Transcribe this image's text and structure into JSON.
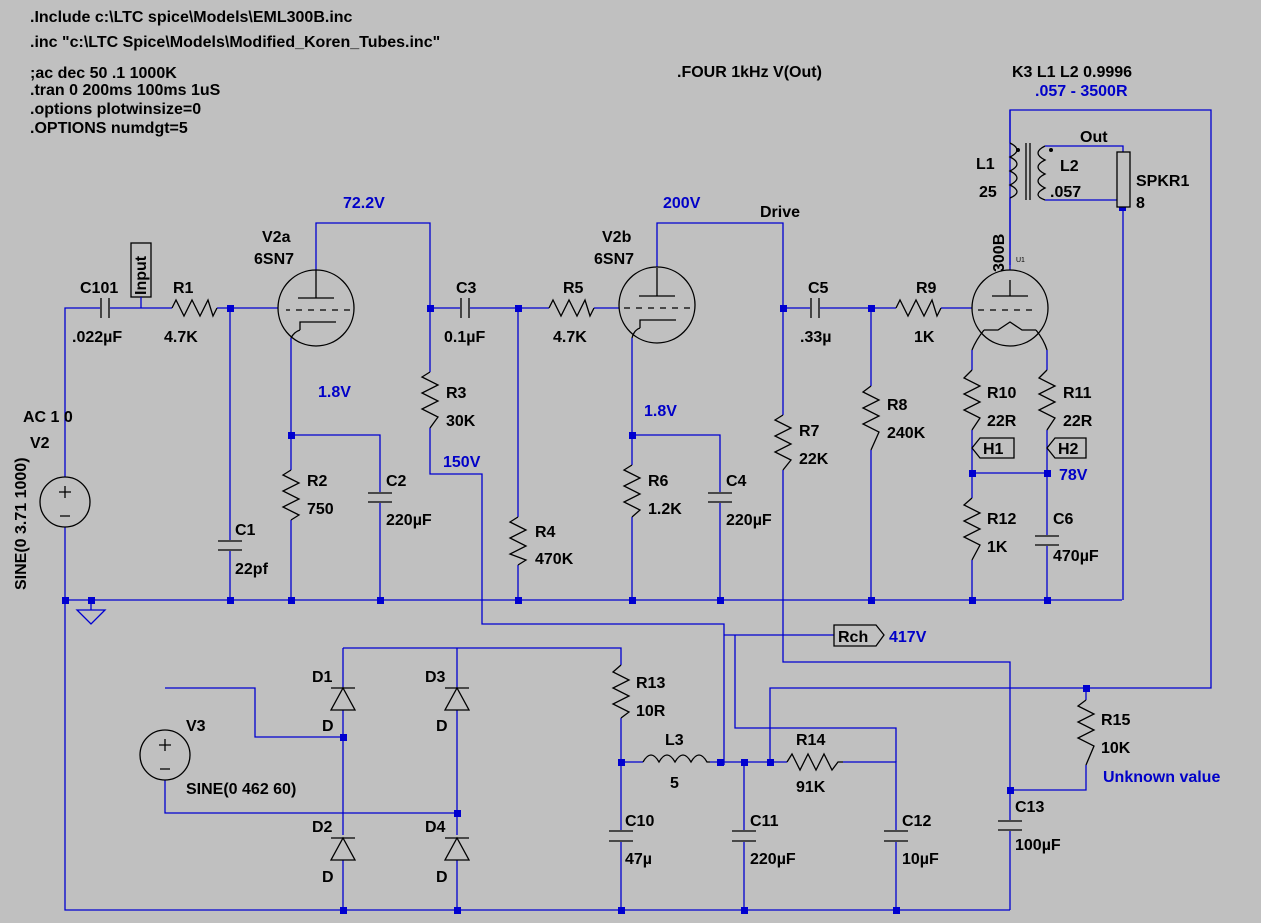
{
  "directives": [
    ".Include c:\\LTC spice\\Models\\EML300B.inc",
    ".inc \"c:\\LTC Spice\\Models\\Modified_Koren_Tubes.inc\"",
    ";ac dec 50 .1 1000K",
    ".tran 0 200ms 100ms 1uS",
    ".options plotwinsize=0",
    ".OPTIONS numdgt=5",
    ".FOUR 1kHz V(Out)",
    "K3 L1 L2 0.9996"
  ],
  "annotations": {
    "ratio": ".057 - 3500R",
    "v_v2a_plate": "72.2V",
    "v_v2b_plate": "200V",
    "v_v2a_cathode": "1.8V",
    "v_v2b_cathode": "1.8V",
    "v_r3_supply": "150V",
    "v_rch": "417V",
    "v_h2": "78V",
    "unknown": "Unknown value"
  },
  "nets": {
    "input": "Input",
    "drive": "Drive",
    "out": "Out",
    "rch": "Rch",
    "h1": "H1",
    "h2": "H2"
  },
  "components": {
    "c101": {
      "name": "C101",
      "value": ".022µF"
    },
    "r1": {
      "name": "R1",
      "value": "4.7K"
    },
    "c1": {
      "name": "C1",
      "value": "22pf"
    },
    "v2a": {
      "name": "V2a",
      "model": "6SN7"
    },
    "r2": {
      "name": "R2",
      "value": "750"
    },
    "c2": {
      "name": "C2",
      "value": "220µF"
    },
    "c3": {
      "name": "C3",
      "value": "0.1µF"
    },
    "r3": {
      "name": "R3",
      "value": "30K"
    },
    "r4": {
      "name": "R4",
      "value": "470K"
    },
    "r5": {
      "name": "R5",
      "value": "4.7K"
    },
    "v2b": {
      "name": "V2b",
      "model": "6SN7"
    },
    "r6": {
      "name": "R6",
      "value": "1.2K"
    },
    "c4": {
      "name": "C4",
      "value": "220µF"
    },
    "r7": {
      "name": "R7",
      "value": "22K"
    },
    "c5": {
      "name": "C5",
      "value": ".33µ"
    },
    "r8": {
      "name": "R8",
      "value": "240K"
    },
    "r9": {
      "name": "R9",
      "value": "1K"
    },
    "u1": {
      "name": "U1",
      "model": "300B"
    },
    "r10": {
      "name": "R10",
      "value": "22R"
    },
    "r11": {
      "name": "R11",
      "value": "22R"
    },
    "r12": {
      "name": "R12",
      "value": "1K"
    },
    "c6": {
      "name": "C6",
      "value": "470µF"
    },
    "l1": {
      "name": "L1",
      "value": "25"
    },
    "l2": {
      "name": "L2",
      "value": ".057"
    },
    "spkr1": {
      "name": "SPKR1",
      "value": "8"
    },
    "v2": {
      "name": "V2",
      "spec": "AC 1 0",
      "value": "SINE(0 3.71 1000)"
    },
    "v3": {
      "name": "V3",
      "value": "SINE(0 462 60)"
    },
    "d1": {
      "name": "D1",
      "model": "D"
    },
    "d2": {
      "name": "D2",
      "model": "D"
    },
    "d3": {
      "name": "D3",
      "model": "D"
    },
    "d4": {
      "name": "D4",
      "model": "D"
    },
    "r13": {
      "name": "R13",
      "value": "10R"
    },
    "l3": {
      "name": "L3",
      "value": "5"
    },
    "r14": {
      "name": "R14",
      "value": "91K"
    },
    "r15": {
      "name": "R15",
      "value": "10K"
    },
    "c10": {
      "name": "C10",
      "value": "47µ"
    },
    "c11": {
      "name": "C11",
      "value": "220µF"
    },
    "c12": {
      "name": "C12",
      "value": "10µF"
    },
    "c13": {
      "name": "C13",
      "value": "100µF"
    }
  },
  "colors": {
    "background": "#c0c0c0",
    "wire": "#0000d0",
    "annotation": "#0000c8",
    "component": "#000000"
  }
}
